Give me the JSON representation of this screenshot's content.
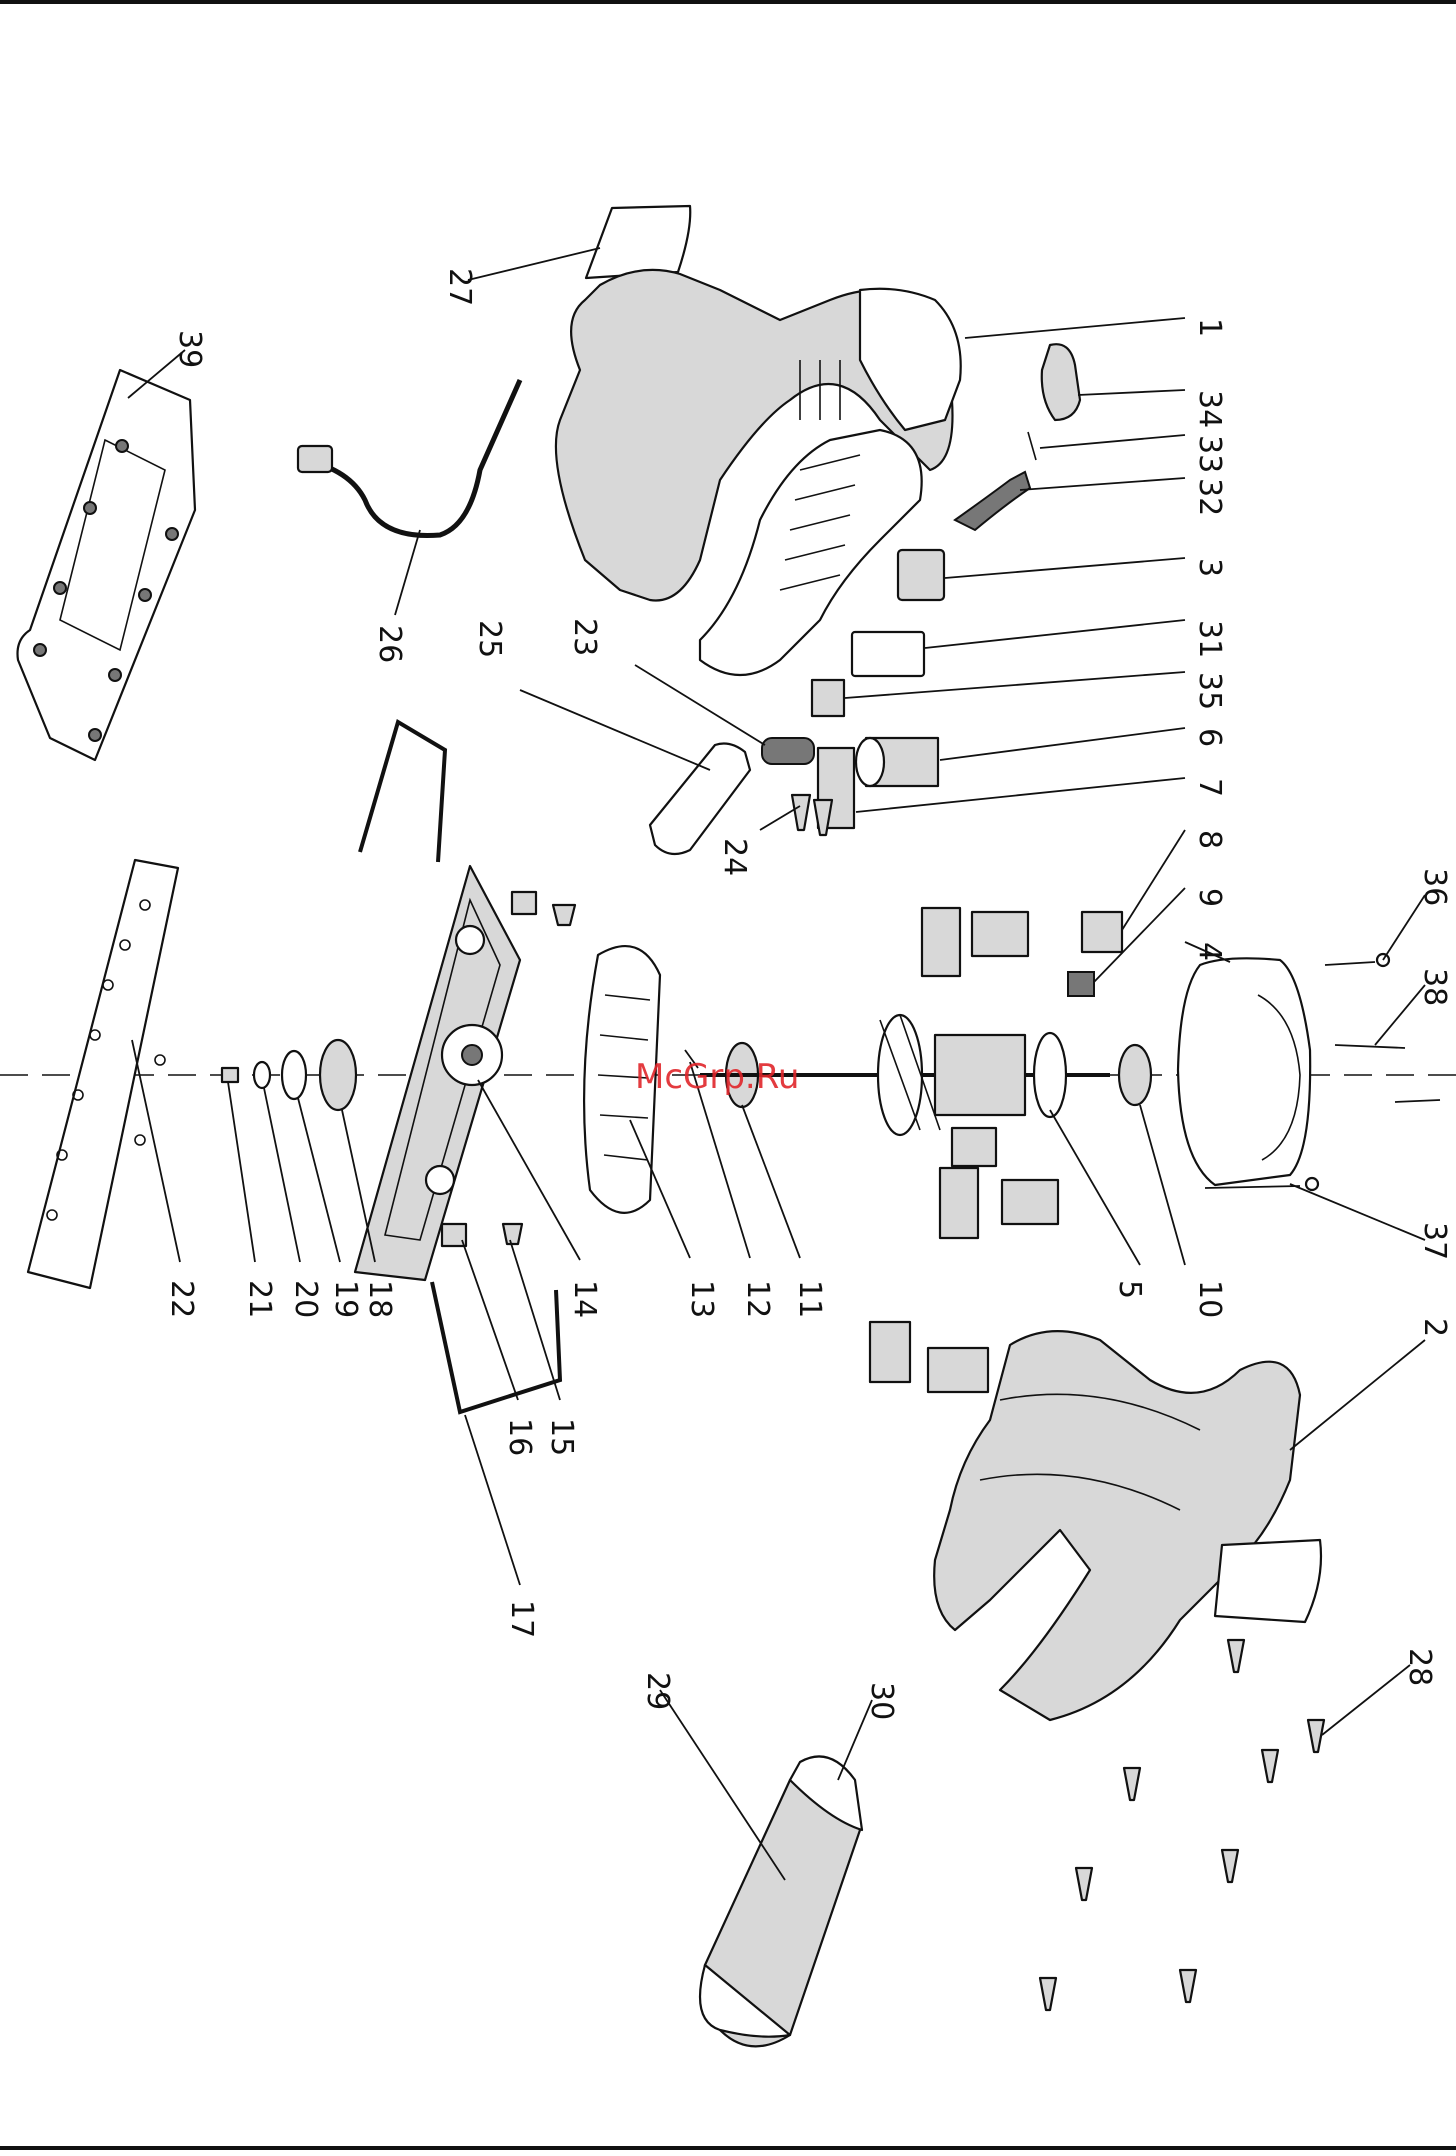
{
  "watermark": "McGrp.Ru",
  "callouts": [
    "1",
    "2",
    "3",
    "4",
    "5",
    "6",
    "7",
    "8",
    "9",
    "10",
    "11",
    "12",
    "13",
    "14",
    "15",
    "16",
    "17",
    "18",
    "19",
    "20",
    "21",
    "22",
    "23",
    "24",
    "25",
    "26",
    "27",
    "28",
    "29",
    "30",
    "31",
    "32",
    "33",
    "34",
    "35",
    "36",
    "37",
    "38",
    "39"
  ]
}
